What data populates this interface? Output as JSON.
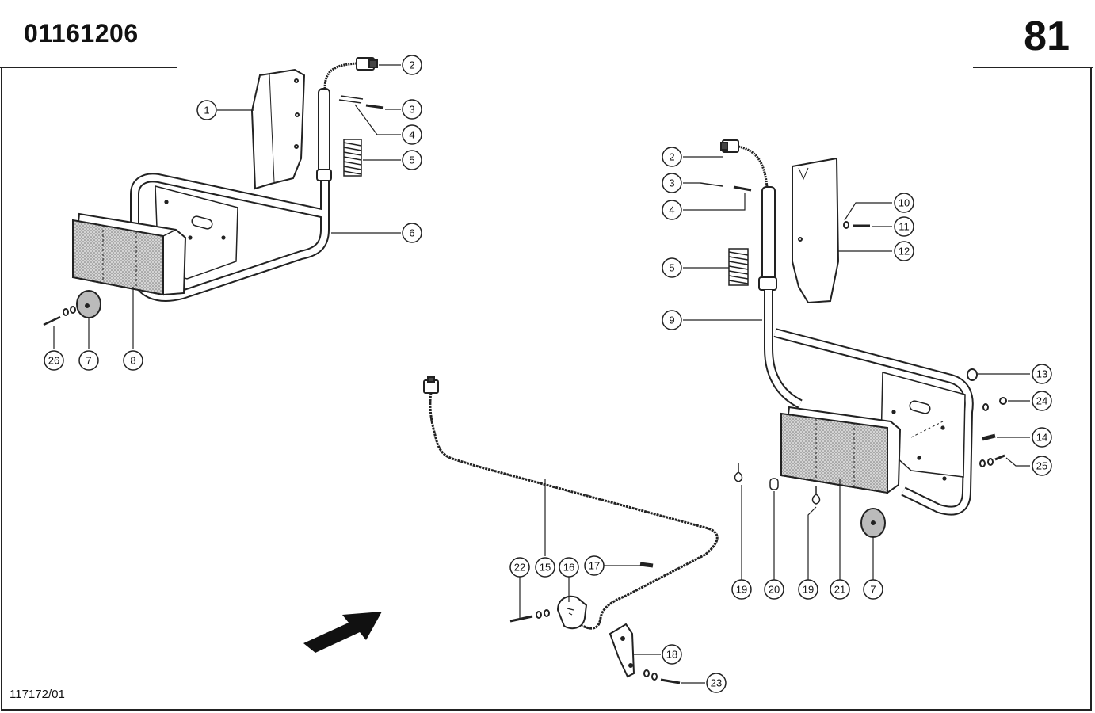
{
  "header": {
    "doc_number": "01161206",
    "page_number": "81"
  },
  "footer": {
    "drawing_ref": "117172/01"
  },
  "callouts": {
    "left_assembly": [
      "1",
      "2",
      "3",
      "4",
      "5",
      "6",
      "26",
      "7",
      "8"
    ],
    "right_assembly": [
      "2",
      "3",
      "4",
      "5",
      "9",
      "10",
      "11",
      "12",
      "13",
      "24",
      "14",
      "25",
      "19",
      "20",
      "19",
      "21",
      "7"
    ],
    "harness": [
      "22",
      "15",
      "16",
      "17",
      "18",
      "23"
    ]
  },
  "colors": {
    "line": "#222222",
    "lens_fill": "#bdbdbd",
    "arrow": "#111111"
  }
}
